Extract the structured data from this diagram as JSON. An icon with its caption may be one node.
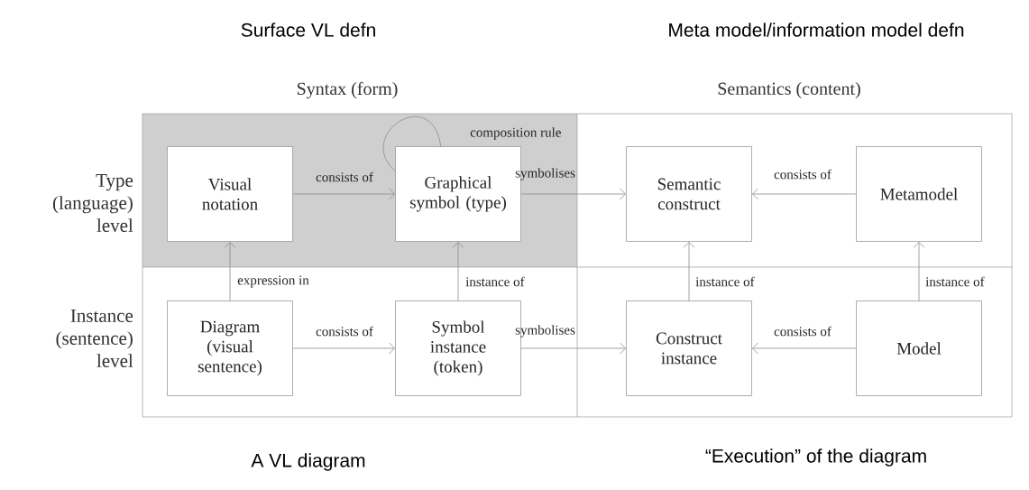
{
  "diagram": {
    "nodes": [
      {
        "text": [
          "Visual notation"
        ]
      },
      {
        "text": [
          "Graphical symbol (type)"
        ]
      },
      {
        "text": [
          "Semantic construct"
        ]
      },
      {
        "text": [
          "Metamodel"
        ]
      },
      {
        "text": [
          "Diagram (visual sentence)"
        ]
      },
      {
        "text": [
          "Symbol instance (token)"
        ]
      },
      {
        "text": [
          "Construct instance"
        ]
      },
      {
        "text": [
          "Model"
        ]
      }
    ],
    "edges": [
      {
        "from": 0,
        "to": 1,
        "arrow": "to",
        "label": "consists of"
      },
      {
        "from": 1,
        "to": 1,
        "arrow": "none",
        "label": "composition rule"
      },
      {
        "from": 1,
        "to": 2,
        "arrow": "to",
        "label": "symbolises"
      },
      {
        "from": 3,
        "to": 2,
        "arrow": "to",
        "label": "consists of"
      },
      {
        "from": 4,
        "to": 0,
        "arrow": "to",
        "label": "expression in"
      },
      {
        "from": 5,
        "to": 1,
        "arrow": "to",
        "label": "instance of"
      },
      {
        "from": 6,
        "to": 2,
        "arrow": "to",
        "label": "instance of"
      },
      {
        "from": 7,
        "to": 3,
        "arrow": "to",
        "label": "instance of"
      },
      {
        "from": 4,
        "to": 5,
        "arrow": "to",
        "label": "consists of"
      },
      {
        "from": 5,
        "to": 6,
        "arrow": "to",
        "label": "symbolises"
      },
      {
        "from": 7,
        "to": 6,
        "arrow": "to",
        "label": "consists of"
      }
    ],
    "labels": [
      "Surface VL defn",
      "Meta model/information model defn",
      "Syntax (form)",
      "Semantics (content)",
      "Type (language) level",
      "Instance (sentence) level",
      "A VL diagram",
      "“Execution” of the diagram"
    ]
  }
}
